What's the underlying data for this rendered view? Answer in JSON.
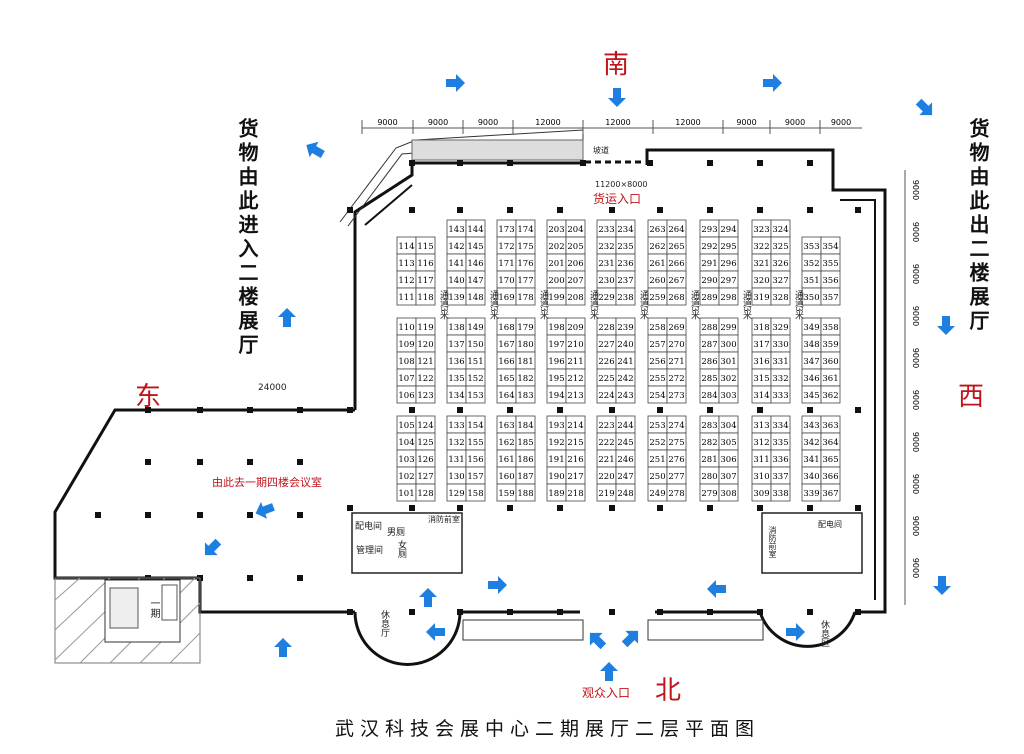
{
  "title": "武汉科技会展中心二期展厅二层平面图",
  "directions": {
    "south": "南",
    "north": "北",
    "east": "东",
    "west": "西"
  },
  "side_labels": {
    "left": "货物由此进入二楼展厅",
    "right": "货物由此出二楼展厅"
  },
  "entrances": {
    "cargo": "货运入口",
    "cargo_size": "11200×8000",
    "visitor": "观众入口",
    "ramp": "坡道"
  },
  "notes": {
    "to_phase1": "由此去一期四楼会议室"
  },
  "dimensions": {
    "top": [
      "9000",
      "9000",
      "9000",
      "12000",
      "12000",
      "12000",
      "9000",
      "9000",
      "9000"
    ],
    "right": [
      "9000",
      "9000",
      "9000",
      "9000",
      "9000",
      "9000",
      "9000",
      "9000",
      "9000",
      "9000"
    ],
    "wing": "24000"
  },
  "aisle_label": "通道3米",
  "rooms": {
    "power_left": "配电间",
    "mens": "男厕",
    "womens": "女厕",
    "mgmt": "管理间",
    "fire_left": "消防前室",
    "lounge_left": "休息厅",
    "phase1": "一期",
    "fire_right": "消防前室",
    "power_right": "配电间",
    "lounge_right": "休息区"
  },
  "booths": {
    "top": [
      [
        [
          114,
          115
        ],
        [
          113,
          116
        ],
        [
          112,
          117
        ],
        [
          111,
          118
        ]
      ],
      [
        [
          143,
          144
        ],
        [
          142,
          145
        ],
        [
          141,
          146
        ],
        [
          140,
          147
        ],
        [
          139,
          148
        ]
      ],
      [
        [
          173,
          174
        ],
        [
          172,
          175
        ],
        [
          171,
          176
        ],
        [
          170,
          177
        ],
        [
          169,
          178
        ]
      ],
      [
        [
          203,
          204
        ],
        [
          202,
          205
        ],
        [
          201,
          206
        ],
        [
          200,
          207
        ],
        [
          199,
          208
        ]
      ],
      [
        [
          233,
          234
        ],
        [
          232,
          235
        ],
        [
          231,
          236
        ],
        [
          230,
          237
        ],
        [
          229,
          238
        ]
      ],
      [
        [
          263,
          264
        ],
        [
          262,
          265
        ],
        [
          261,
          266
        ],
        [
          260,
          267
        ],
        [
          259,
          268
        ]
      ],
      [
        [
          293,
          294
        ],
        [
          292,
          295
        ],
        [
          291,
          296
        ],
        [
          290,
          297
        ],
        [
          289,
          298
        ]
      ],
      [
        [
          323,
          324
        ],
        [
          322,
          325
        ],
        [
          321,
          326
        ],
        [
          320,
          327
        ],
        [
          319,
          328
        ]
      ],
      [
        [
          353,
          354
        ],
        [
          352,
          355
        ],
        [
          351,
          356
        ],
        [
          350,
          357
        ]
      ]
    ],
    "middle": [
      [
        [
          110,
          119
        ],
        [
          109,
          120
        ],
        [
          108,
          121
        ],
        [
          107,
          122
        ],
        [
          106,
          123
        ]
      ],
      [
        [
          138,
          149
        ],
        [
          137,
          150
        ],
        [
          136,
          151
        ],
        [
          135,
          152
        ],
        [
          134,
          153
        ]
      ],
      [
        [
          168,
          179
        ],
        [
          167,
          180
        ],
        [
          166,
          181
        ],
        [
          165,
          182
        ],
        [
          164,
          183
        ]
      ],
      [
        [
          198,
          209
        ],
        [
          197,
          210
        ],
        [
          196,
          211
        ],
        [
          195,
          212
        ],
        [
          194,
          213
        ]
      ],
      [
        [
          228,
          239
        ],
        [
          227,
          240
        ],
        [
          226,
          241
        ],
        [
          225,
          242
        ],
        [
          224,
          243
        ]
      ],
      [
        [
          258,
          269
        ],
        [
          257,
          270
        ],
        [
          256,
          271
        ],
        [
          255,
          272
        ],
        [
          254,
          273
        ]
      ],
      [
        [
          288,
          299
        ],
        [
          287,
          300
        ],
        [
          286,
          301
        ],
        [
          285,
          302
        ],
        [
          284,
          303
        ]
      ],
      [
        [
          318,
          329
        ],
        [
          317,
          330
        ],
        [
          316,
          331
        ],
        [
          315,
          332
        ],
        [
          314,
          333
        ]
      ],
      [
        [
          349,
          358
        ],
        [
          348,
          359
        ],
        [
          347,
          360
        ],
        [
          346,
          361
        ],
        [
          345,
          362
        ]
      ]
    ],
    "bottom": [
      [
        [
          105,
          124
        ],
        [
          104,
          125
        ],
        [
          103,
          126
        ],
        [
          102,
          127
        ],
        [
          101,
          128
        ]
      ],
      [
        [
          133,
          154
        ],
        [
          132,
          155
        ],
        [
          131,
          156
        ],
        [
          130,
          157
        ],
        [
          129,
          158
        ]
      ],
      [
        [
          163,
          184
        ],
        [
          162,
          185
        ],
        [
          161,
          186
        ],
        [
          160,
          187
        ],
        [
          159,
          188
        ]
      ],
      [
        [
          193,
          214
        ],
        [
          192,
          215
        ],
        [
          191,
          216
        ],
        [
          190,
          217
        ],
        [
          189,
          218
        ]
      ],
      [
        [
          223,
          244
        ],
        [
          222,
          245
        ],
        [
          221,
          246
        ],
        [
          220,
          247
        ],
        [
          219,
          248
        ]
      ],
      [
        [
          253,
          274
        ],
        [
          252,
          275
        ],
        [
          251,
          276
        ],
        [
          250,
          277
        ],
        [
          249,
          278
        ]
      ],
      [
        [
          283,
          304
        ],
        [
          282,
          305
        ],
        [
          281,
          306
        ],
        [
          280,
          307
        ],
        [
          279,
          308
        ]
      ],
      [
        [
          313,
          334
        ],
        [
          312,
          335
        ],
        [
          311,
          336
        ],
        [
          310,
          337
        ],
        [
          309,
          338
        ]
      ],
      [
        [
          343,
          363
        ],
        [
          342,
          364
        ],
        [
          341,
          365
        ],
        [
          340,
          366
        ],
        [
          339,
          367
        ]
      ]
    ]
  },
  "colors": {
    "arrow": "#1e7fe0",
    "red_text": "#c0141c",
    "wall": "#111111"
  }
}
